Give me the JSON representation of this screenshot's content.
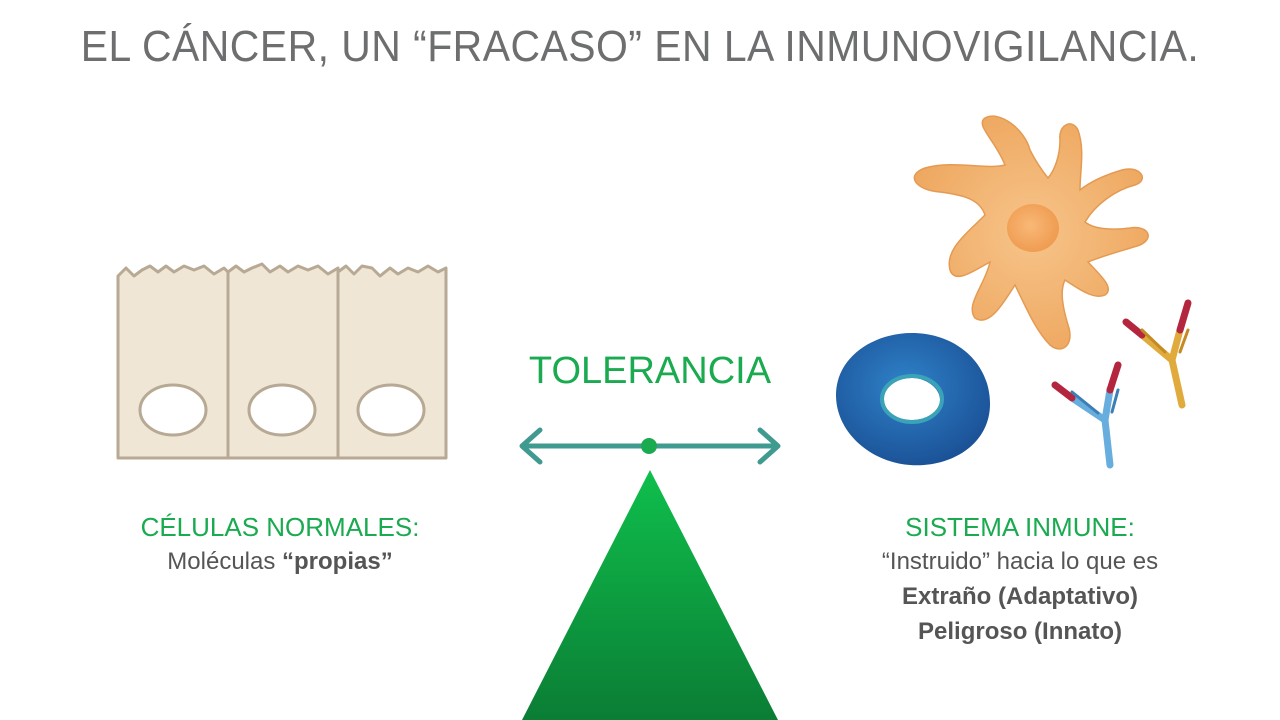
{
  "title": "EL CÁNCER, UN “FRACASO” EN LA INMUNOVIGILANCIA.",
  "center": {
    "label": "TOLERANCIA"
  },
  "left": {
    "heading": "CÉLULAS NORMALES:",
    "text_prefix": "Moléculas ",
    "text_bold": "“propias”"
  },
  "right": {
    "heading": "SISTEMA INMUNE:",
    "line1": "“Instruido” hacia lo que es",
    "line2": "Extraño (Adaptativo)",
    "line3": "Peligroso (Innato)"
  },
  "colors": {
    "accent_green": "#1aaa4f",
    "arrow_teal": "#3f9a8f",
    "title_gray": "#6d6e70",
    "cell_fill": "#efe6d6",
    "cell_stroke": "#b7a994",
    "dendritic": "#f0aa63",
    "bcell_blue": "#1c5ea8",
    "antibody_yellow": "#e0ab3c",
    "antibody_blue": "#67aede",
    "antibody_red": "#b4253e"
  },
  "icons": [
    "epithelial-cells-icon",
    "dendritic-cell-icon",
    "lymphocyte-icon",
    "antibody-icon",
    "balance-arrow-icon",
    "fulcrum-triangle-icon"
  ]
}
